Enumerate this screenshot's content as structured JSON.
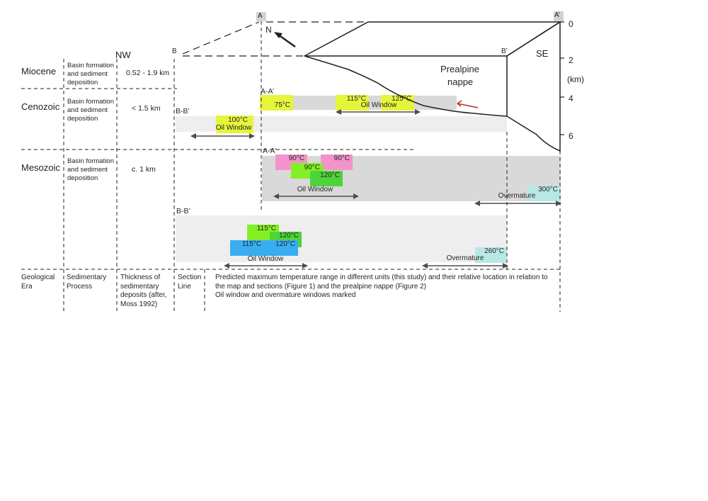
{
  "orientation": {
    "nw": "NW",
    "se": "SE",
    "north": "N"
  },
  "section_points": {
    "a": "A",
    "a_prime": "A’",
    "b": "B",
    "b_prime": "B’"
  },
  "nappe_label": [
    "Prealpine",
    "nappe"
  ],
  "depth_scale": {
    "ticks": [
      "0",
      "2",
      "4",
      "6"
    ],
    "unit": "(km)"
  },
  "rows": [
    {
      "era": "Miocene",
      "process": [
        "Basin formation",
        "and sediment",
        "deposition"
      ],
      "thickness": "0.52 - 1.9 km"
    },
    {
      "era": "Cenozoic",
      "process": [
        "Basin formation",
        "and sediment",
        "deposition"
      ],
      "thickness": "< 1.5 km"
    },
    {
      "era": "Mesozoic",
      "process": [
        "Basin formation",
        "and sediment",
        "deposition"
      ],
      "thickness": "c. 1 km"
    }
  ],
  "section_labels": {
    "ceno_aa": "A-A’",
    "ceno_bb": "B-B’",
    "meso_aa": "A-A’",
    "meso_bb": "B-B’"
  },
  "temperatures": {
    "ceno_aa_75": "75°C",
    "ceno_aa_115": "115°C",
    "ceno_aa_125": "125°C",
    "ceno_bb_100": "100°C",
    "meso_aa_90a": "90°C",
    "meso_aa_90b": "90°C",
    "meso_aa_90c": "90°C",
    "meso_aa_120": "120°C",
    "meso_aa_300": "300°C",
    "meso_bb_115a": "115°C",
    "meso_bb_120a": "120°C",
    "meso_bb_115b": "115°C",
    "meso_bb_120b": "120°C",
    "meso_bb_260": "260°C"
  },
  "windows": {
    "oil": "Oil Window",
    "overmature": "Overmature"
  },
  "column_headers": {
    "era": [
      "Geological",
      "Era"
    ],
    "process": [
      "Sedimentary",
      "Process"
    ],
    "thickness": [
      "Thickness of",
      "sedimentary",
      "deposits (after,",
      "Moss 1992)"
    ],
    "section": [
      "Section",
      "Line"
    ],
    "description": [
      "Predicted maximum temperature range in different units (this study) and their relative location in relation to",
      "the map and sections (Figure 1) and the prealpine nappe (Figure 2)",
      "Oil window and overmature windows marked"
    ]
  },
  "colors": {
    "yellow": "#e6f53c",
    "pink": "#f294c9",
    "lime": "#82f024",
    "green": "#4fd33c",
    "blue": "#38aef0",
    "teal": "#b8e8e6",
    "band_dark": "#d9d9d9",
    "band_light": "#eeeeee",
    "arrow_red": "#c0272d",
    "ink": "#231f20",
    "point_box": "#d3d3d3"
  }
}
